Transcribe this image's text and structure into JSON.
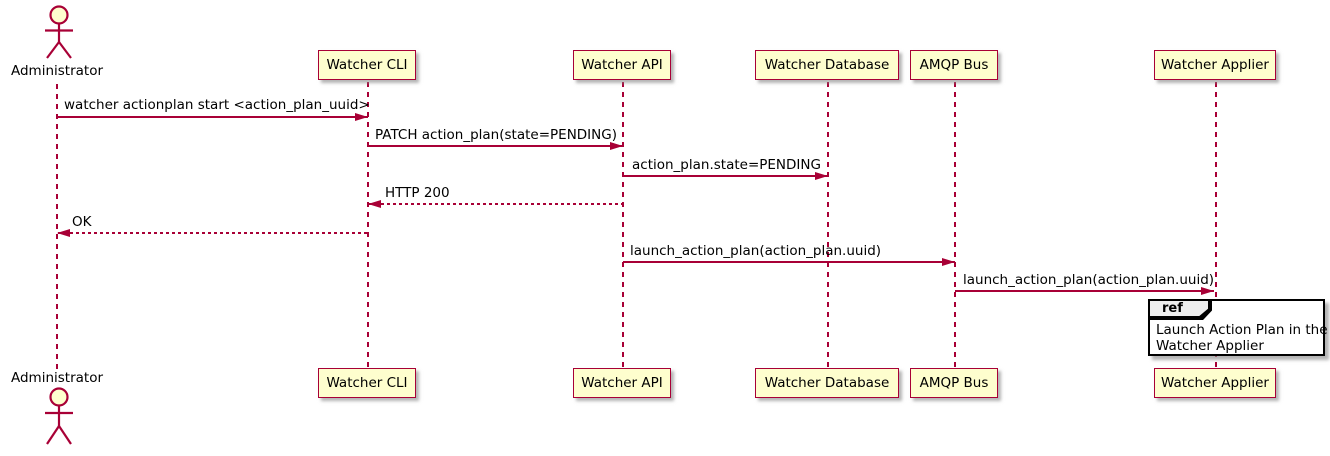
{
  "diagram_type": "sequence-diagram",
  "actor": {
    "name": "Administrator"
  },
  "participants": [
    {
      "name": "Watcher CLI"
    },
    {
      "name": "Watcher API"
    },
    {
      "name": "Watcher Database"
    },
    {
      "name": "AMQP Bus"
    },
    {
      "name": "Watcher Applier"
    }
  ],
  "messages": [
    {
      "label": "watcher actionplan start <action_plan_uuid>",
      "from": "Administrator",
      "to": "Watcher CLI",
      "style": "solid"
    },
    {
      "label": "PATCH action_plan(state=PENDING)",
      "from": "Watcher CLI",
      "to": "Watcher API",
      "style": "solid"
    },
    {
      "label": "action_plan.state=PENDING",
      "from": "Watcher API",
      "to": "Watcher Database",
      "style": "solid"
    },
    {
      "label": "HTTP 200",
      "from": "Watcher API",
      "to": "Watcher CLI",
      "style": "dashed"
    },
    {
      "label": "OK",
      "from": "Watcher CLI",
      "to": "Administrator",
      "style": "dashed"
    },
    {
      "label": "launch_action_plan(action_plan.uuid)",
      "from": "Watcher API",
      "to": "AMQP Bus",
      "style": "solid"
    },
    {
      "label": "launch_action_plan(action_plan.uuid)",
      "from": "AMQP Bus",
      "to": "Watcher Applier",
      "style": "solid"
    }
  ],
  "ref": {
    "keyword": "ref",
    "line1": "Launch Action Plan in the",
    "line2": "Watcher Applier"
  },
  "colors": {
    "participant_fill": "#FEFECE",
    "line_color": "#A80036",
    "ref_header_fill": "#EEEEEE",
    "ref_border": "#000000",
    "background": "#FFFFFF"
  }
}
